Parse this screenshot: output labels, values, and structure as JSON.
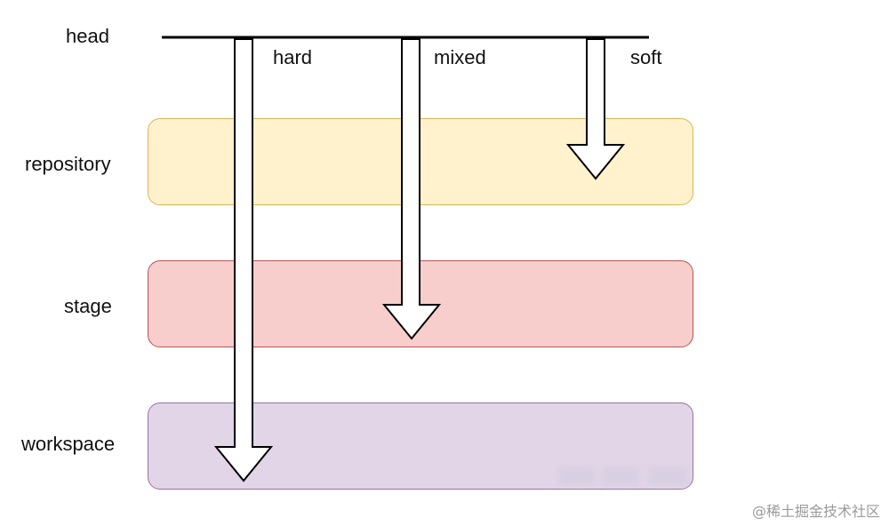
{
  "labels": {
    "head": "head",
    "repository": "repository",
    "stage": "stage",
    "workspace": "workspace"
  },
  "modes": {
    "hard": "hard",
    "mixed": "mixed",
    "soft": "soft"
  },
  "colors": {
    "repository_fill": "#fff2cc",
    "repository_stroke": "#d6b656",
    "stage_fill": "#f8cecc",
    "stage_stroke": "#b85450",
    "workspace_fill": "#e1d5e7",
    "workspace_stroke": "#9673a6",
    "line": "#000000"
  },
  "watermark": "@稀土掘金技术社区"
}
